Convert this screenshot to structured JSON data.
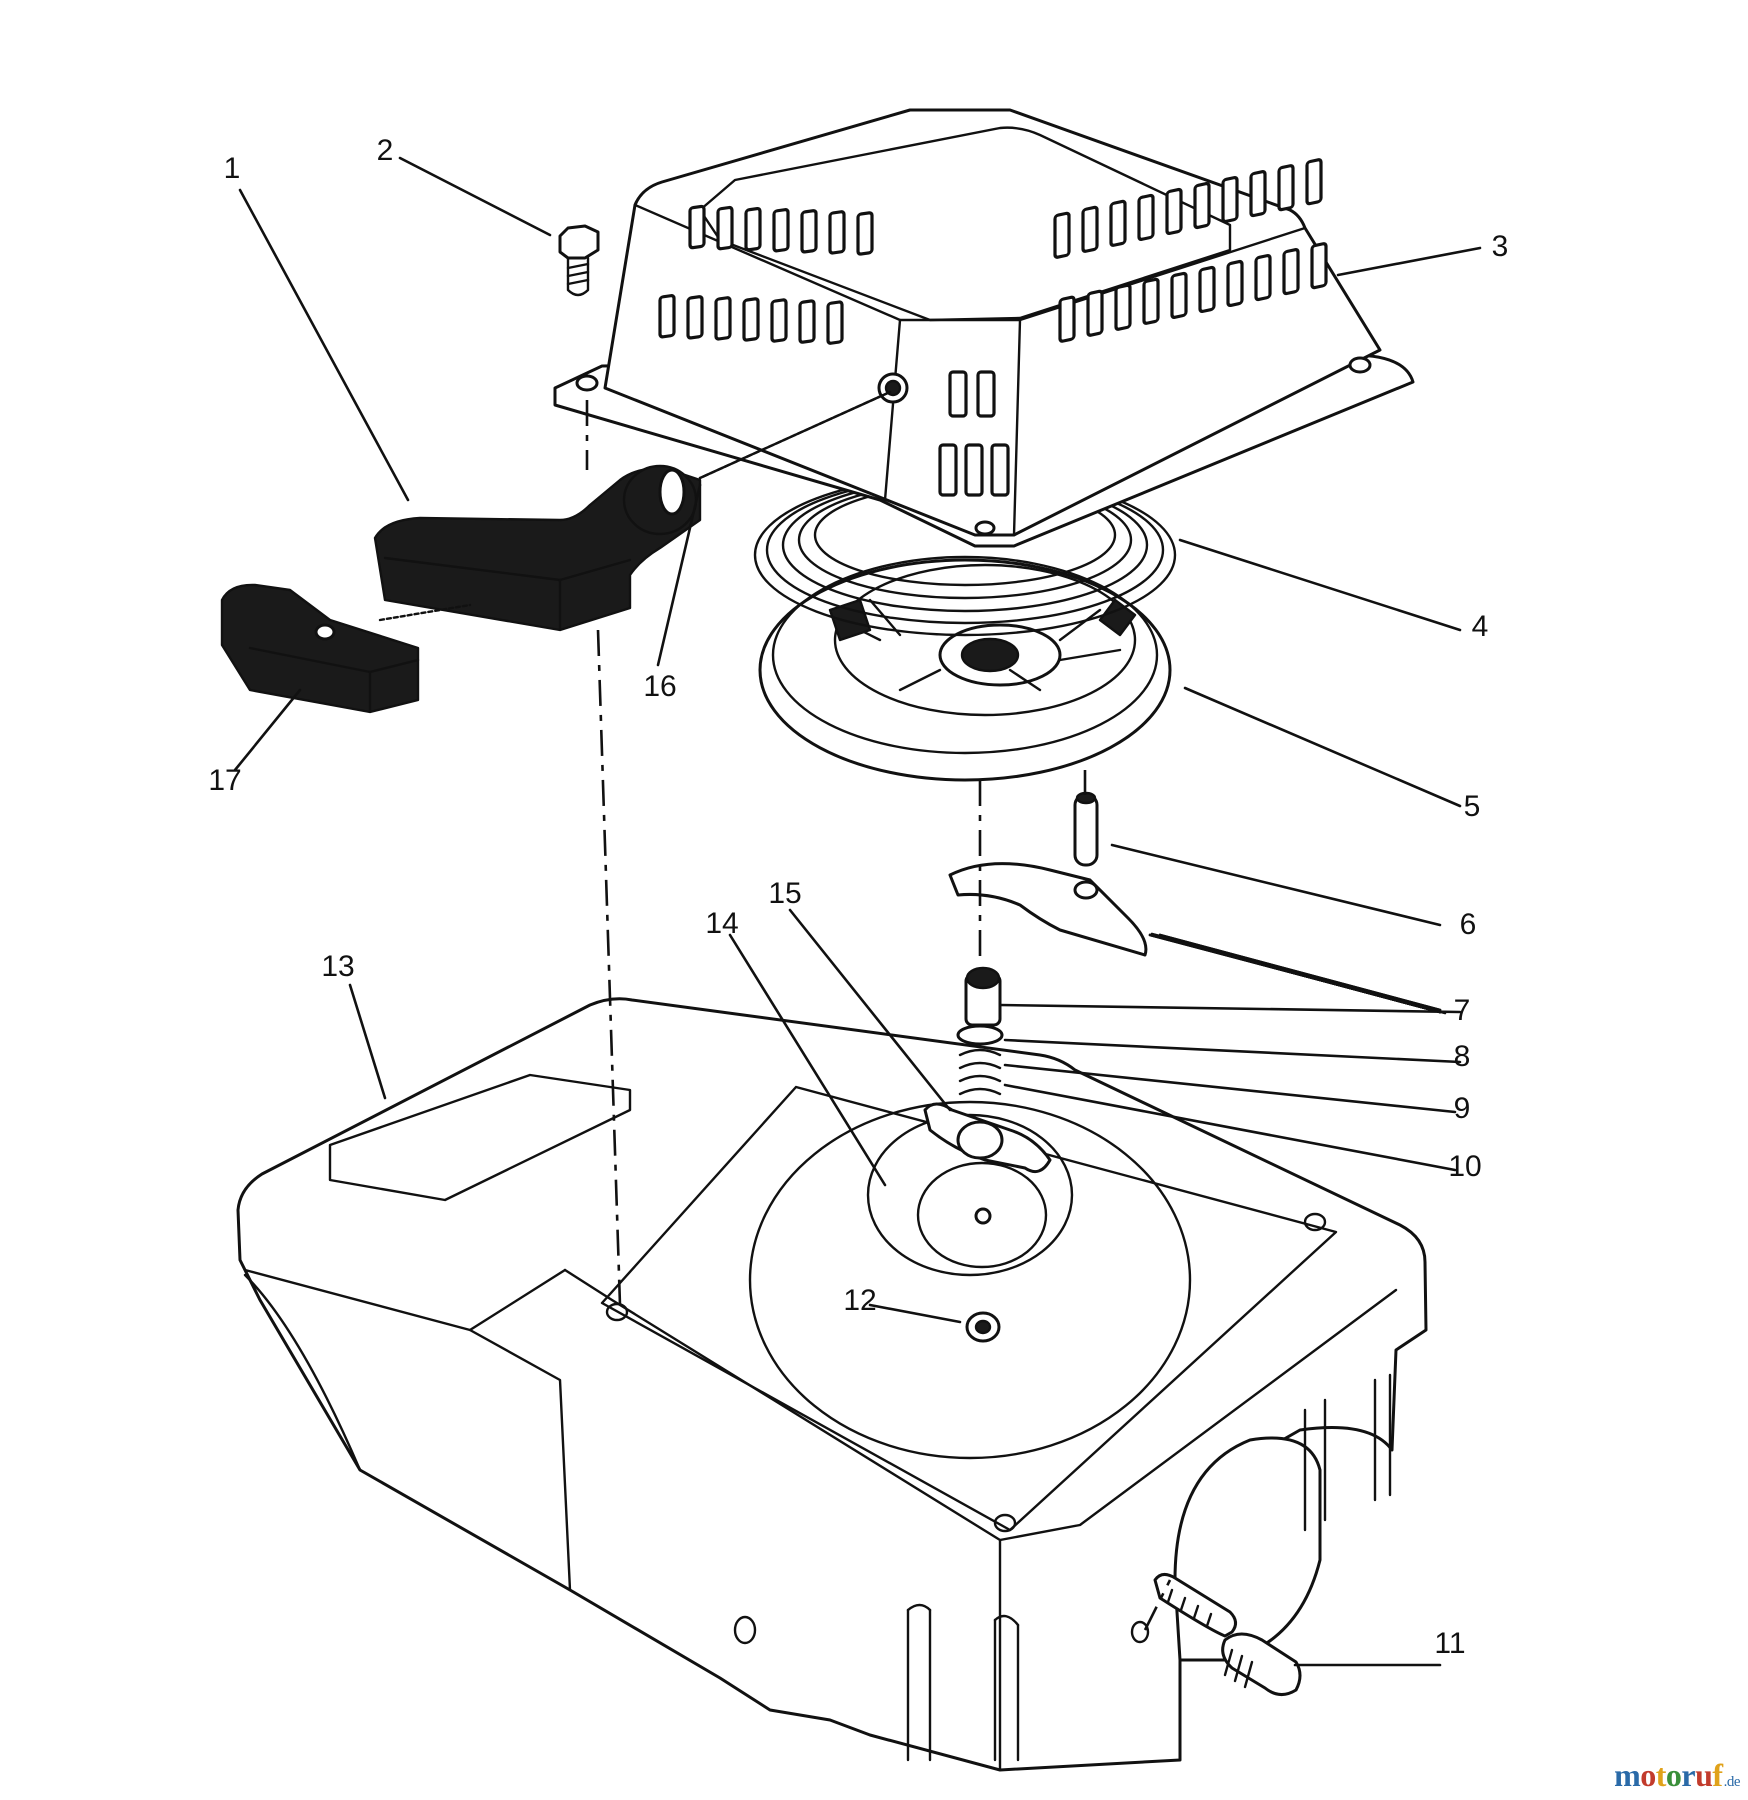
{
  "diagram": {
    "callouts": [
      {
        "id": "1",
        "label": "1"
      },
      {
        "id": "2",
        "label": "2"
      },
      {
        "id": "3",
        "label": "3"
      },
      {
        "id": "4",
        "label": "4"
      },
      {
        "id": "5",
        "label": "5"
      },
      {
        "id": "6",
        "label": "6"
      },
      {
        "id": "7",
        "label": "7"
      },
      {
        "id": "8",
        "label": "8"
      },
      {
        "id": "9",
        "label": "9"
      },
      {
        "id": "10",
        "label": "10"
      },
      {
        "id": "11",
        "label": "11"
      },
      {
        "id": "12",
        "label": "12"
      },
      {
        "id": "13",
        "label": "13"
      },
      {
        "id": "14",
        "label": "14"
      },
      {
        "id": "15",
        "label": "15"
      },
      {
        "id": "16",
        "label": "16"
      },
      {
        "id": "17",
        "label": "17"
      }
    ]
  },
  "watermark": {
    "brand": "motoruf",
    "tld": ".de",
    "colors": [
      "#2a6aa8",
      "#c23b2c",
      "#e0a21a",
      "#3a8f3a",
      "#2a6aa8",
      "#c23b2c",
      "#e0a21a"
    ]
  }
}
